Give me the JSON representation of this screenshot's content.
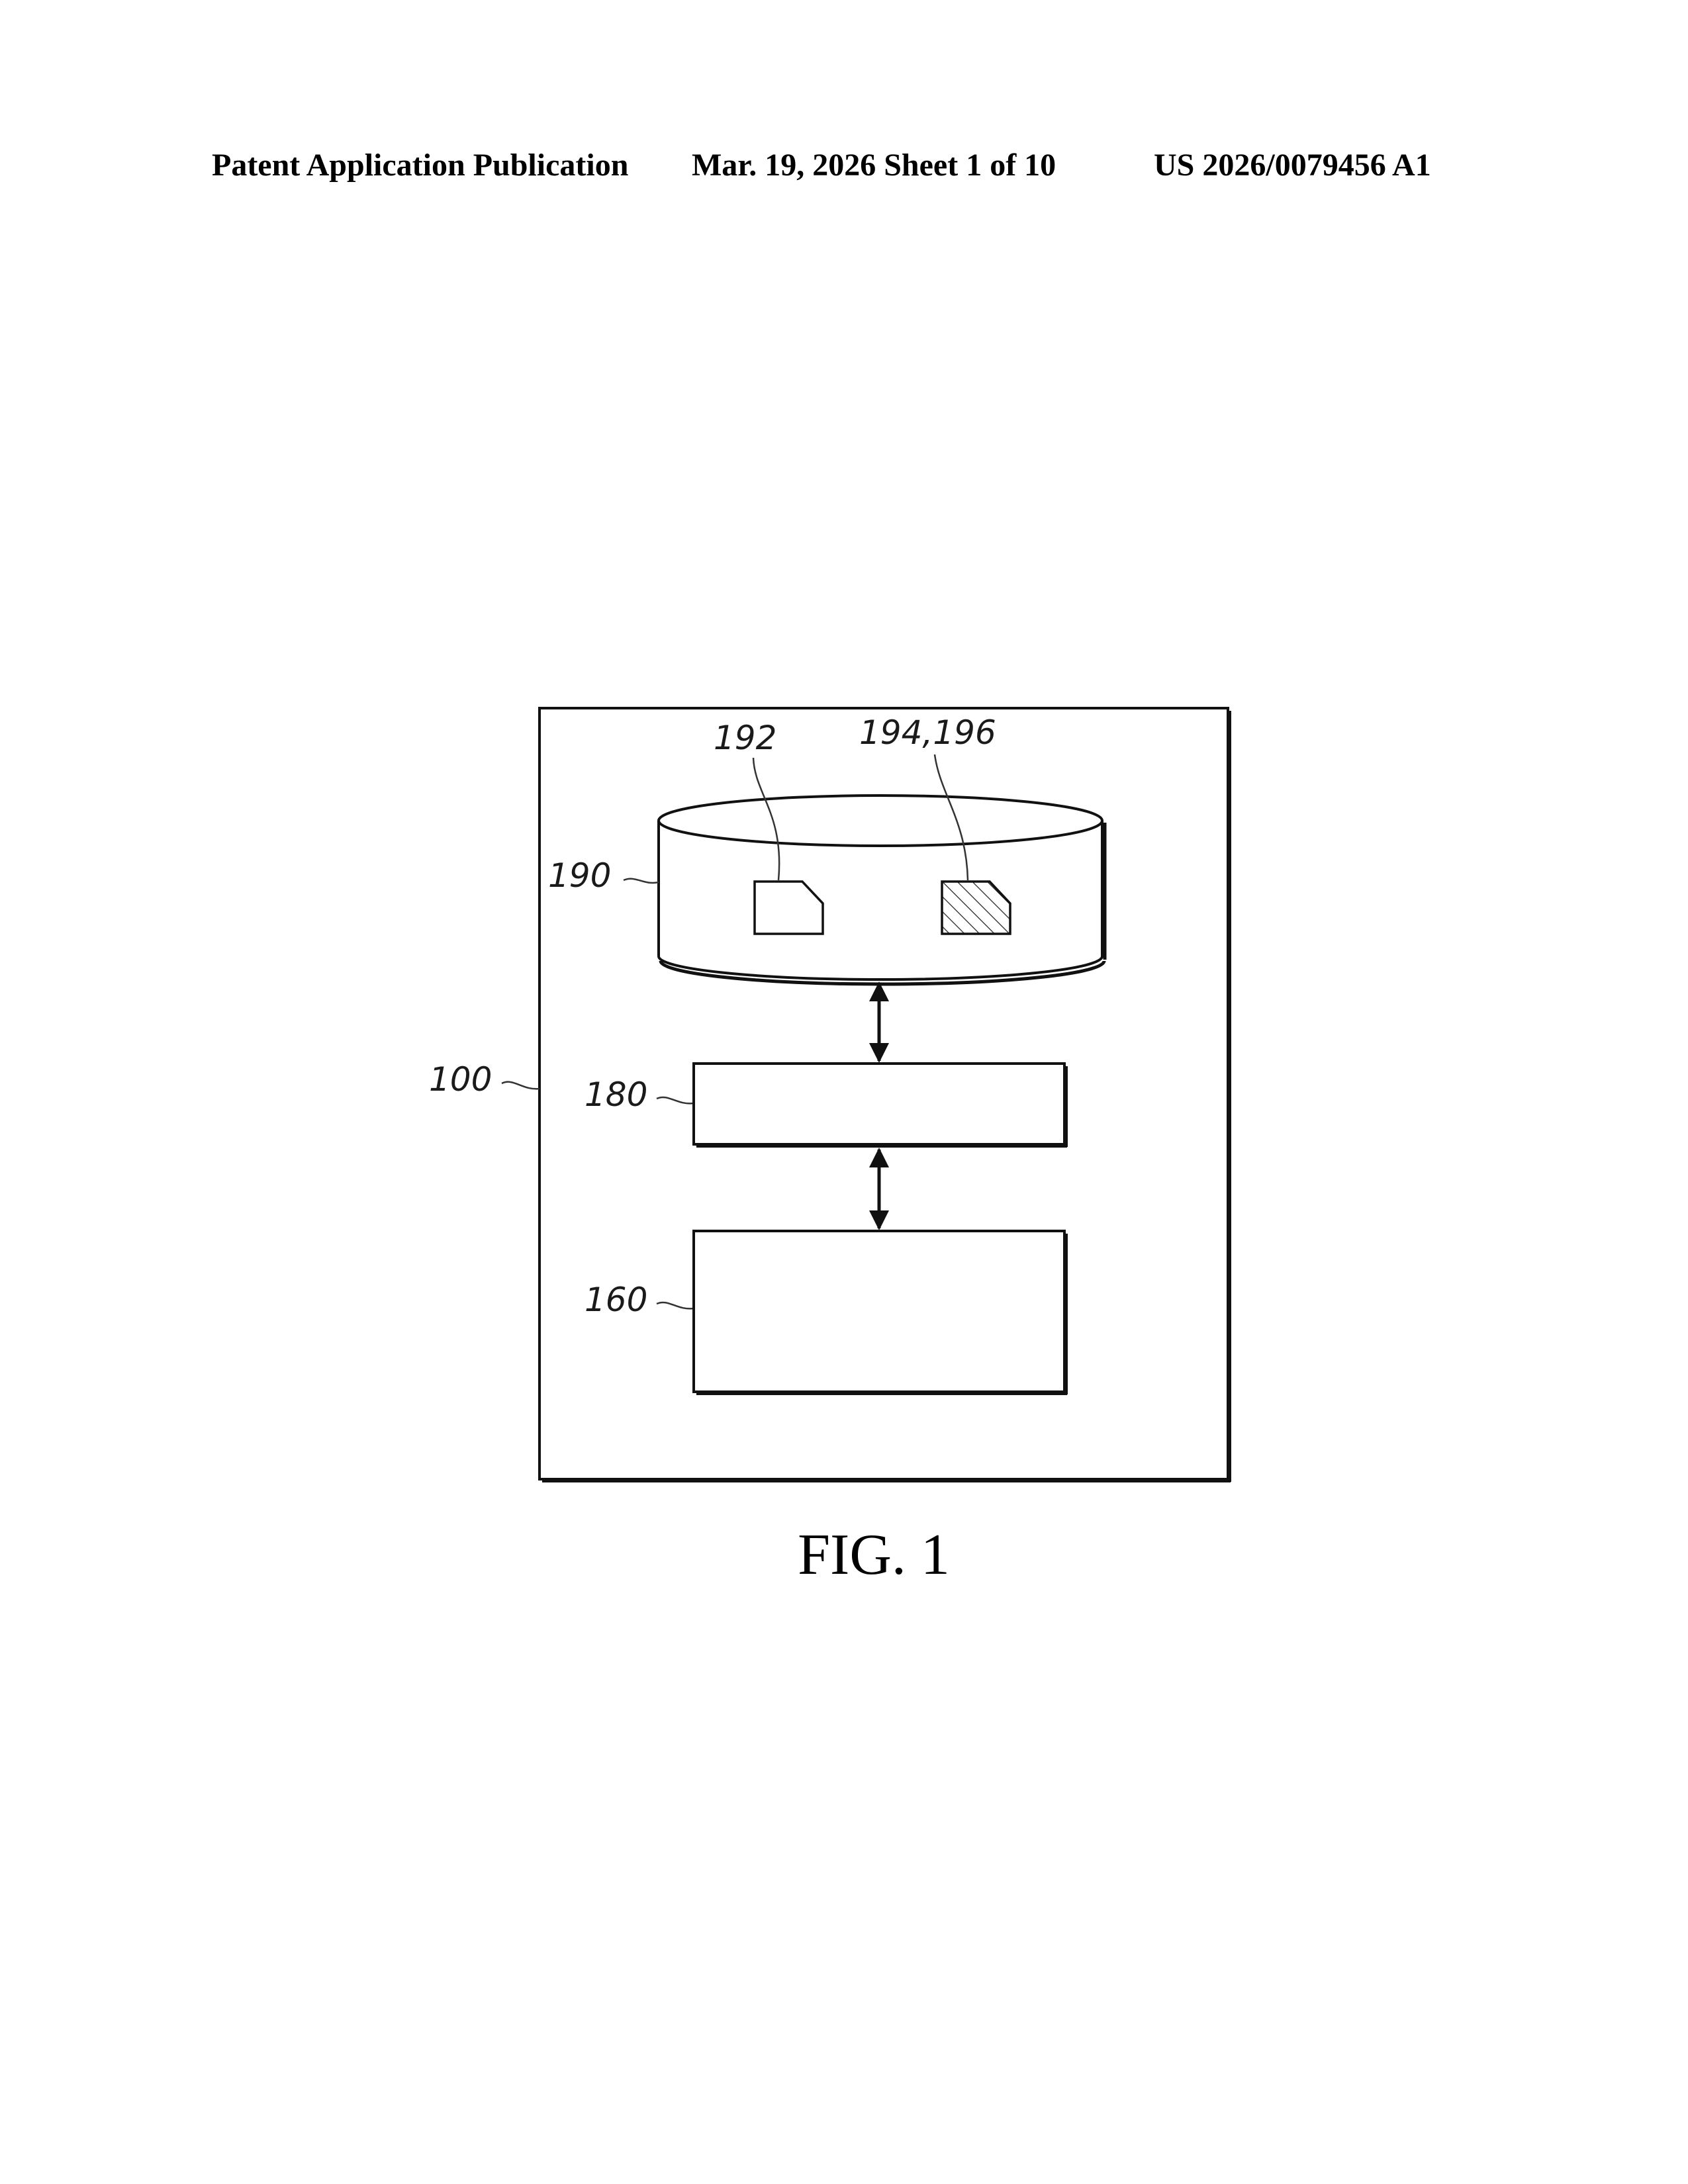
{
  "header": {
    "left": "Patent Application Publication",
    "middle": "Mar. 19, 2026  Sheet 1 of 10",
    "right": "US 2026/0079456 A1"
  },
  "diagram": {
    "labels": {
      "system": "100",
      "storage": "190",
      "file_plain": "192",
      "file_hatched": "194,196",
      "middle_block": "180",
      "bottom_block": "160"
    }
  },
  "figure": {
    "caption": "FIG. 1"
  }
}
